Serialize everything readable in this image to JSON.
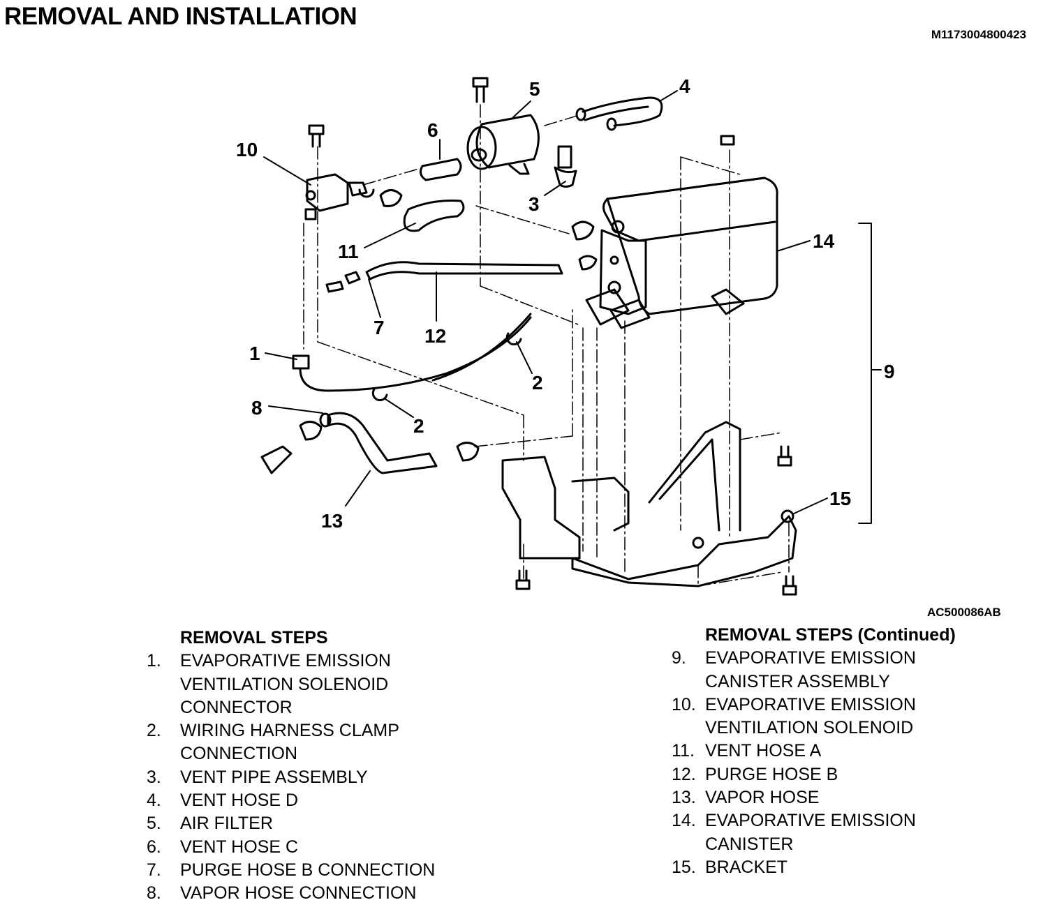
{
  "title": "REMOVAL AND INSTALLATION",
  "doc_id": "M1173004800423",
  "figure_id": "AC500086AB",
  "callouts": [
    "1",
    "2",
    "2",
    "3",
    "4",
    "5",
    "6",
    "7",
    "8",
    "9",
    "10",
    "11",
    "12",
    "13",
    "14",
    "15"
  ],
  "left_steps": {
    "header": "REMOVAL STEPS",
    "items": [
      {
        "num": "1.",
        "lines": [
          "EVAPORATIVE EMISSION",
          "VENTILATION SOLENOID",
          "CONNECTOR"
        ]
      },
      {
        "num": "2.",
        "lines": [
          "WIRING HARNESS CLAMP",
          "CONNECTION"
        ]
      },
      {
        "num": "3.",
        "lines": [
          "VENT PIPE ASSEMBLY"
        ]
      },
      {
        "num": "4.",
        "lines": [
          "VENT HOSE D"
        ]
      },
      {
        "num": "5.",
        "lines": [
          "AIR FILTER"
        ]
      },
      {
        "num": "6.",
        "lines": [
          "VENT HOSE C"
        ]
      },
      {
        "num": "7.",
        "lines": [
          "PURGE HOSE B CONNECTION"
        ]
      },
      {
        "num": "8.",
        "lines": [
          "VAPOR HOSE CONNECTION"
        ]
      }
    ]
  },
  "right_steps": {
    "header": "REMOVAL STEPS (Continued)",
    "items": [
      {
        "num": "9.",
        "lines": [
          "EVAPORATIVE EMISSION",
          "CANISTER ASSEMBLY"
        ]
      },
      {
        "num": "10.",
        "lines": [
          "EVAPORATIVE EMISSION",
          "VENTILATION SOLENOID"
        ]
      },
      {
        "num": "11.",
        "lines": [
          "VENT HOSE A"
        ]
      },
      {
        "num": "12.",
        "lines": [
          "PURGE HOSE B"
        ]
      },
      {
        "num": "13.",
        "lines": [
          "VAPOR HOSE"
        ]
      },
      {
        "num": "14.",
        "lines": [
          "EVAPORATIVE EMISSION",
          "CANISTER"
        ]
      },
      {
        "num": "15.",
        "lines": [
          "BRACKET"
        ]
      }
    ]
  }
}
